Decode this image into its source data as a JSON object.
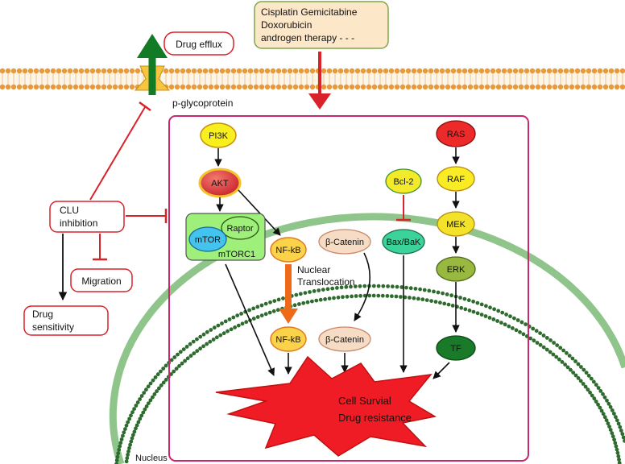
{
  "drug_box": {
    "line1": "Cisplatin Gemicitabine",
    "line2": "Doxorubicin",
    "line3": "androgen therapy - - -"
  },
  "drug_efflux": "Drug efflux",
  "pgp": "p-glycoprotein",
  "clu": {
    "line1": "CLU",
    "line2": "inhibition"
  },
  "migration": "Migration",
  "drug_sensitivity": {
    "line1": "Drug",
    "line2": "sensitivity"
  },
  "nodes": {
    "pi3k": "PI3K",
    "akt": "AKT",
    "raptor": "Raptor",
    "mtor": "mTOR",
    "mtorc1": "mTORC1",
    "nfkb_cyto": "NF-kB",
    "nfkb_nuc": "NF-kB",
    "bcat_cyto": "β-Catenin",
    "bcat_nuc": "β-Catenin",
    "bcl2": "Bcl-2",
    "baxbak": "Bax/BaK",
    "ras": "RAS",
    "raf": "RAF",
    "mek": "MEK",
    "erk": "ERK",
    "tf": "TF"
  },
  "nuclear_translocation": {
    "line1": "Nuclear",
    "line2": "Translocation"
  },
  "outcome": {
    "line1": "Cell Survial",
    "line2": "Drug resistance"
  },
  "nucleus_label": "Nucleus",
  "colors": {
    "red": "#d8232a",
    "green_arrow": "#137a25",
    "membrane": "#e79a3c",
    "nuclear_membrane": "#2e6b2e",
    "star": "#ef1c25",
    "pi3k": "#f8ef1e",
    "akt": "#e1333a",
    "mtorc1": "#9ef07a",
    "nfkb": "#fbd34b",
    "bcat": "#f7dcc5",
    "bcl2": "#f3ea2a",
    "baxbak": "#3bd39a",
    "ras": "#ec2a2a",
    "raf": "#f9ec25",
    "mek": "#f2e22a",
    "erk": "#98b840",
    "tf": "#197b2a",
    "orange_arrow": "#ef6a18"
  }
}
